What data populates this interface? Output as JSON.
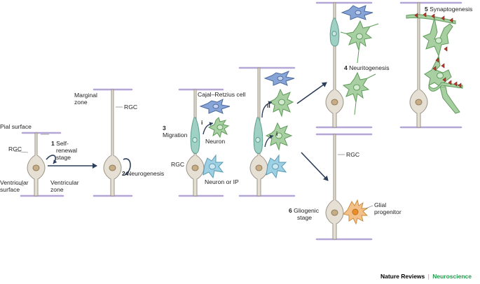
{
  "labels": {
    "pial_surface": "Pial surface",
    "rgc_1": "RGC",
    "ventricular_surface_l1": "Ventricular",
    "ventricular_surface_l2": "surface",
    "ventricular_zone_l1": "Ventricular",
    "ventricular_zone_l2": "zone",
    "step1_num": "1",
    "step1_l1": "Self-",
    "step1_l2": "renewal",
    "step1_l3": "stage",
    "marginal_l1": "Marginal",
    "marginal_l2": "zone",
    "rgc_2": "RGC",
    "step2_num": "2",
    "step2_text": "Neurogenesis",
    "cajal": "Cajal–Retzius cell",
    "step3_num": "3",
    "step3_text": "Migration",
    "rgc_3": "RGC",
    "i_3": "i",
    "neuron": "Neuron",
    "neuron_ip": "Neuron or IP",
    "ii_4": "ii",
    "i_4": "i",
    "step4_num": "4",
    "step4_text": "Neuritogenesis",
    "step5_num": "5",
    "step5_text": "Synaptogenesis",
    "rgc_6": "RGC",
    "step6_num": "6",
    "step6_l1": "Gliogenic",
    "step6_l2": "stage",
    "glial_l1": "Glial",
    "glial_l2": "progenitor"
  },
  "footer": {
    "brand_part1": "Nature Reviews",
    "brand_separator": "|",
    "brand_part2": "Neuroscience"
  },
  "colors": {
    "rgc_body": "#e6dfd3",
    "rgc_outline": "#9b9488",
    "rgc_nucleus": "#c7ad86",
    "surface_line": "#b4a6d6",
    "neuron_green": "#a7cfa2",
    "cajal_blue": "#86a4d6",
    "ip_blue": "#9ed0e3",
    "migrating_teal": "#9fd0c4",
    "glial_orange": "#f3c089",
    "synapse_red": "#c0392b",
    "arrow_navy": "#2c3e5a",
    "brand_green": "#1f9a4a"
  }
}
